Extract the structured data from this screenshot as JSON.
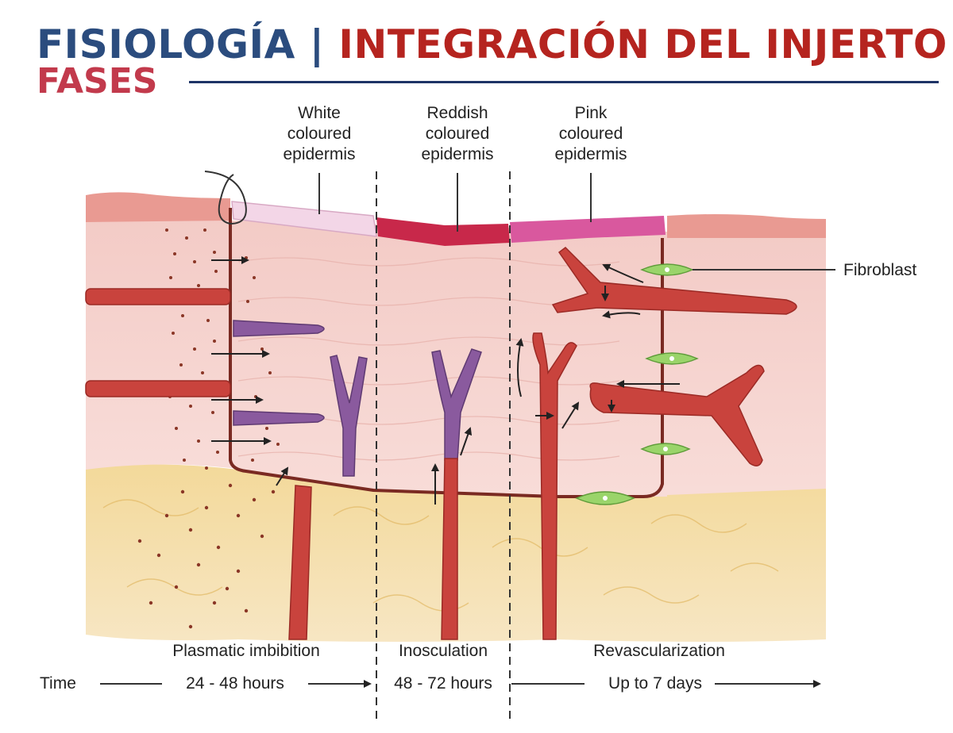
{
  "header": {
    "title_part1": "FISIOLOGÍA",
    "title_separator": "|",
    "title_part2": "INTEGRACIÓN DEL INJERTO",
    "subtitle": "FASES"
  },
  "colors": {
    "title_blue": "#2b4c7e",
    "title_red": "#b5241f",
    "subtitle_red": "#c23a4c",
    "skin_pink": "#f5d3cf",
    "fat_yellow": "#f0d9a3",
    "vessel_red": "#c9433d",
    "vessel_purple": "#8a5a9e",
    "fibroblast_green": "#9ad46a"
  },
  "labels": {
    "white_epidermis": "White coloured epidermis",
    "reddish_epidermis": "Reddish coloured epidermis",
    "pink_epidermis": "Pink coloured epidermis",
    "fibroblast": "Fibroblast"
  },
  "phases": [
    {
      "name": "Plasmatic imbibition",
      "time": "24 - 48 hours"
    },
    {
      "name": "Inosculation",
      "time": "48 - 72 hours"
    },
    {
      "name": "Revascularization",
      "time": "Up to 7 days"
    }
  ],
  "timeline": {
    "label": "Time"
  }
}
